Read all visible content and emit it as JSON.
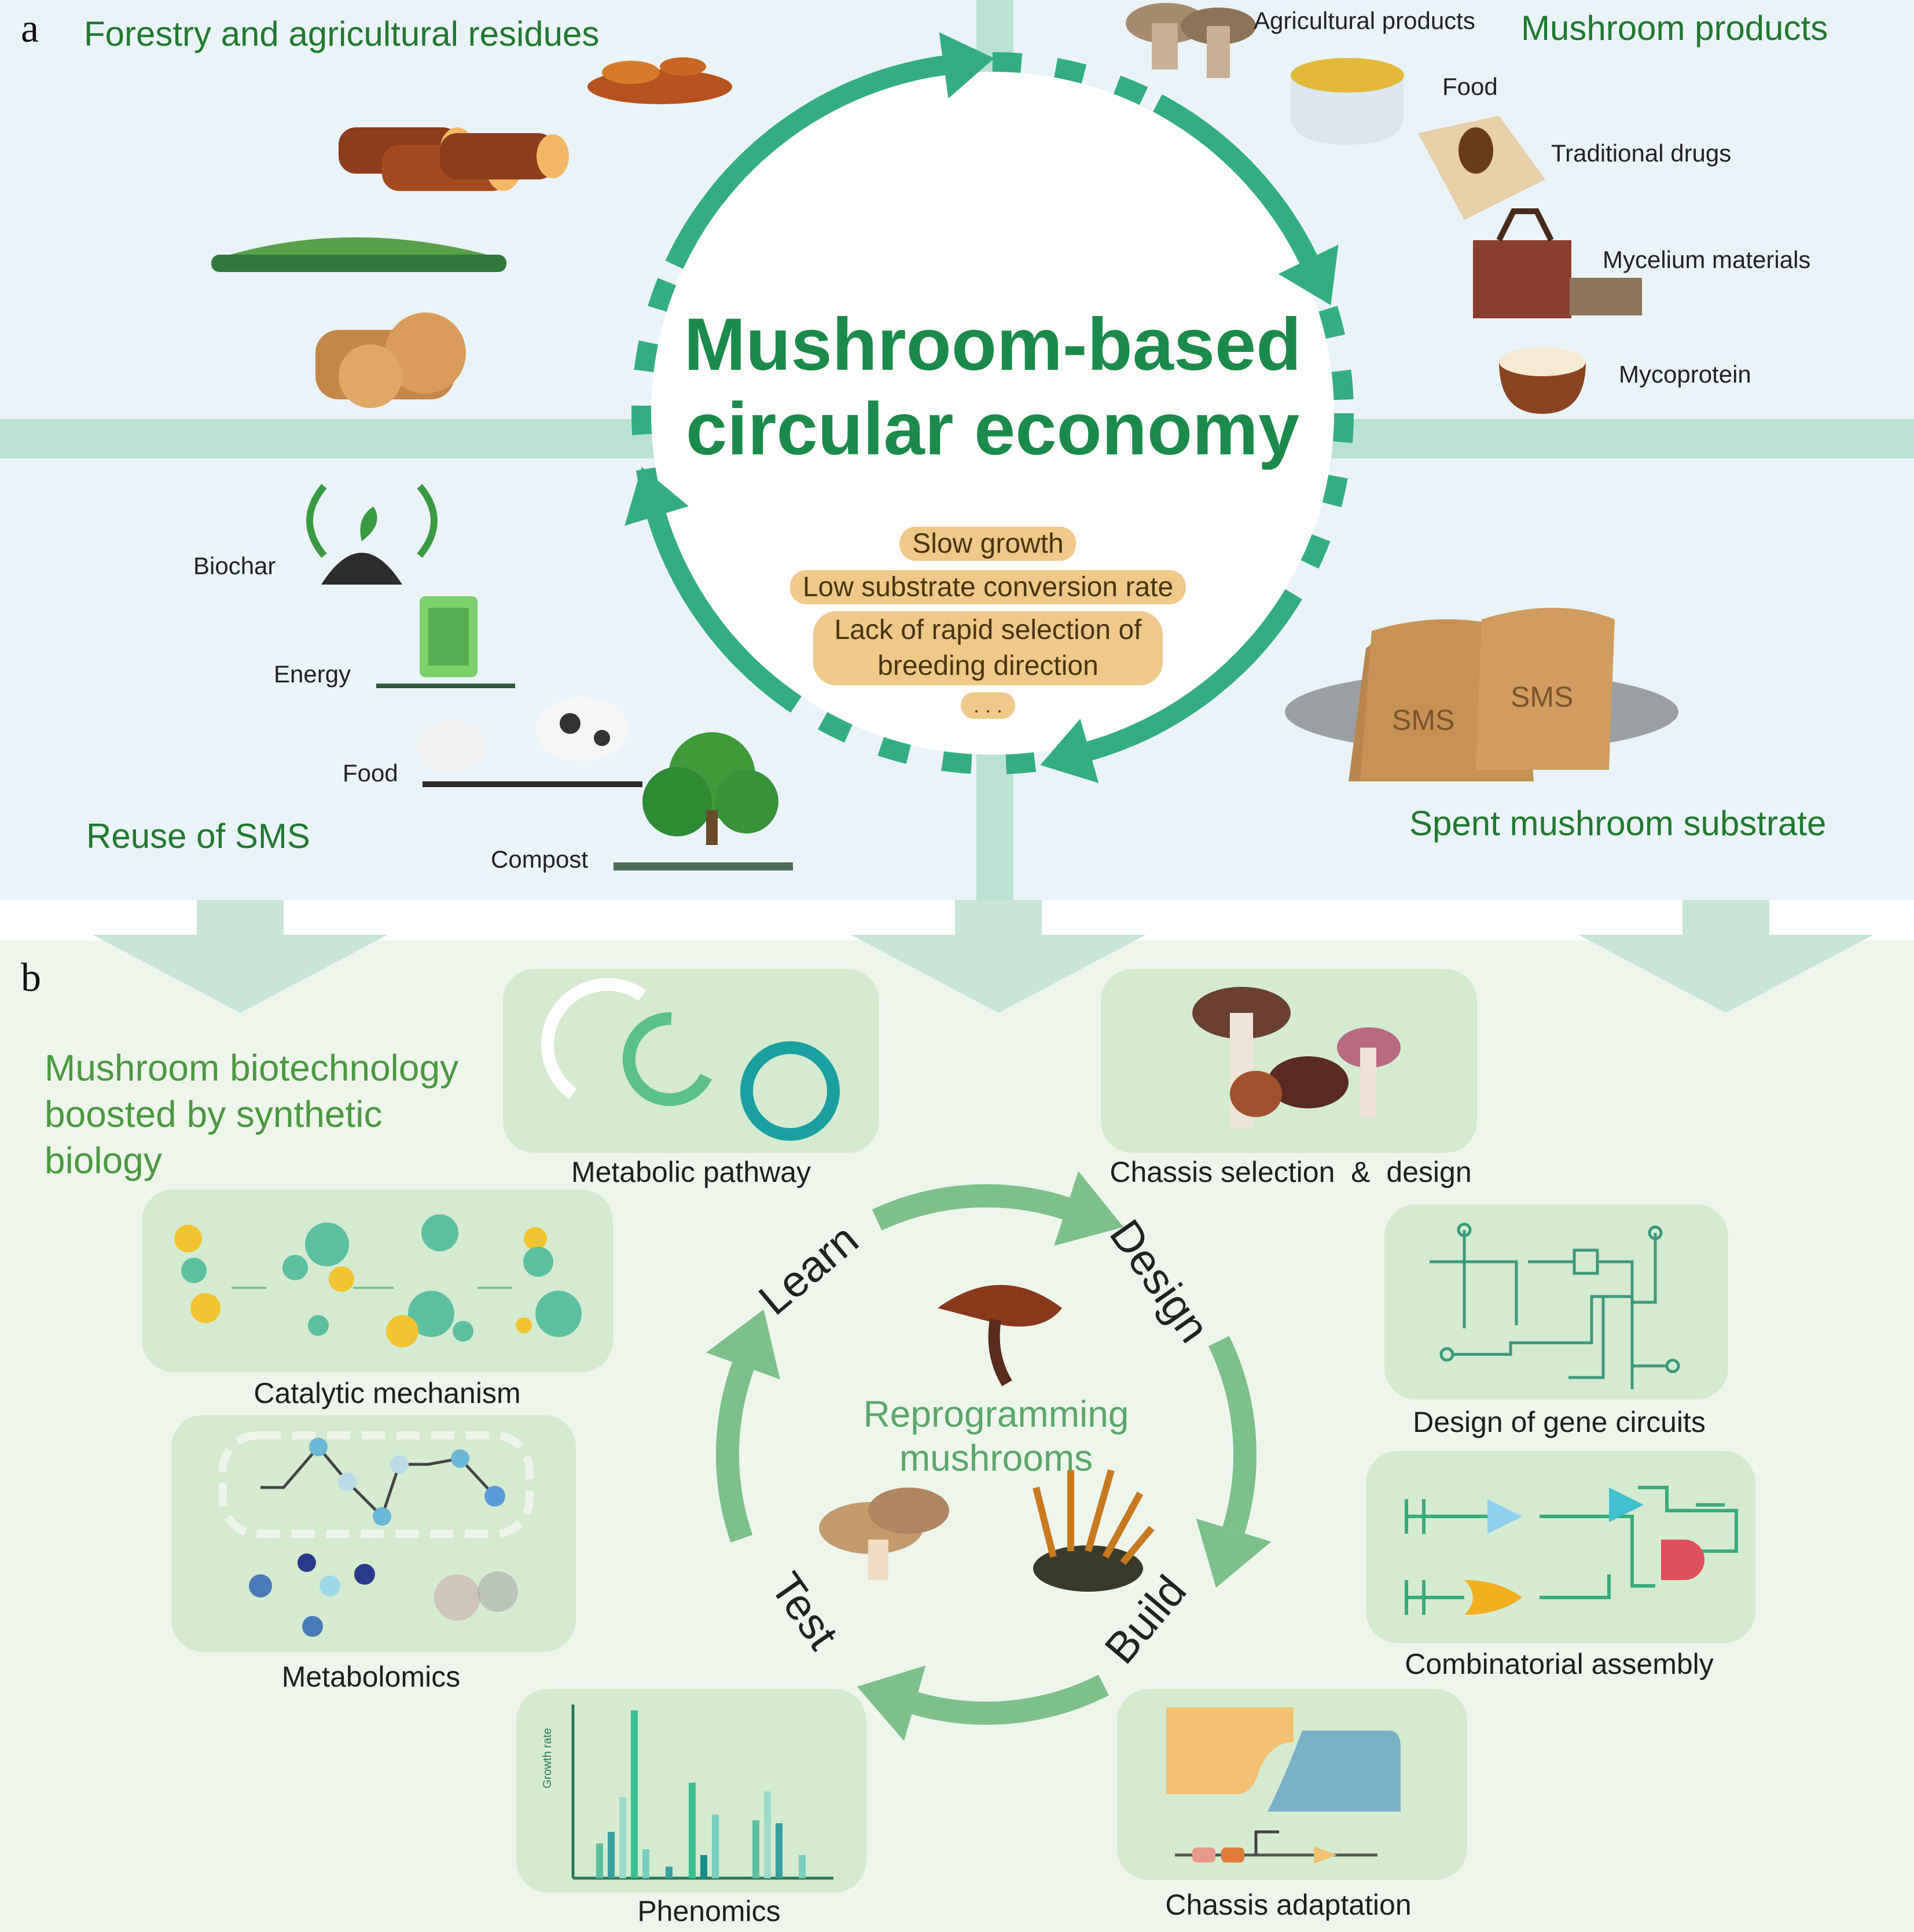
{
  "panel_a": {
    "label": "a",
    "residues_title": "Forestry and agricultural residues",
    "center_title_line1": "Mushroom-based",
    "center_title_line2": "circular economy",
    "challenges": [
      "Slow growth",
      "Low substrate conversion rate",
      "Lack of rapid selection of breeding direction",
      ". . ."
    ],
    "products_title": "Mushroom products",
    "products": [
      "Agricultural products",
      "Food",
      "Traditional drugs",
      "Mycelium materials",
      "Mycoprotein"
    ],
    "sms_title": "Spent mushroom substrate",
    "sms_bag_label": "SMS",
    "reuse_title": "Reuse of SMS",
    "reuse": [
      "Biochar",
      "Energy",
      "Food",
      "Compost"
    ],
    "colors": {
      "ring": "#35ad82",
      "band": "#b9e2d3",
      "background": "#eaf4f8",
      "tag": "#efc88a"
    }
  },
  "panel_b": {
    "label": "b",
    "title": "Mushroom biotechnology boosted by synthetic biology",
    "center_title": "Reprogramming mushrooms",
    "cycle": [
      "Learn",
      "Design",
      "Build",
      "Test"
    ],
    "modules": {
      "metabolic_pathway": "Metabolic pathway",
      "chassis_selection": "Chassis selection  &  design",
      "catalytic_mechanism": "Catalytic mechanism",
      "metabolomics": "Metabolomics",
      "phenomics": "Phenomics",
      "gene_circuits": "Design of gene circuits",
      "combinatorial_assembly": "Combinatorial assembly",
      "chassis_adaptation": "Chassis adaptation"
    },
    "phenomics_axis_label": "Growth rate",
    "colors": {
      "cycle": "#7cc08a",
      "box": "#d5ebd0",
      "background": "#eef6ec"
    }
  }
}
